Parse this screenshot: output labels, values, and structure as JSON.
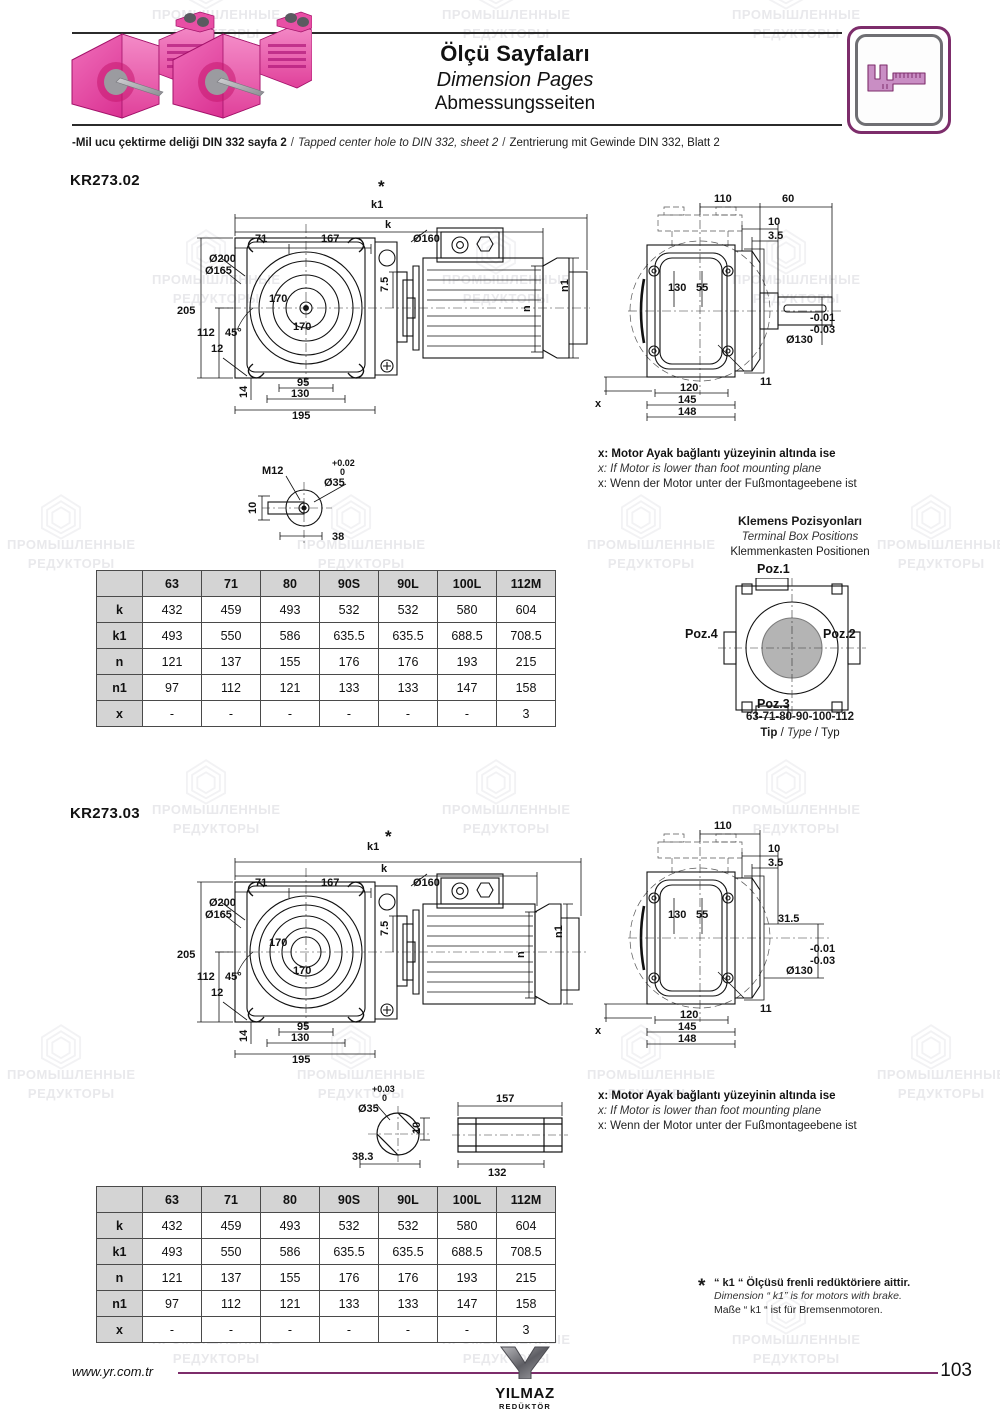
{
  "header": {
    "title_tr": "Ölçü Sayfaları",
    "title_en": "Dimension Pages",
    "title_de": "Abmessungsseiten",
    "icon_name": "caliper-icon",
    "photo_name": "gearmotor-product-photo",
    "accent_color": "#7d2d6b",
    "product_color": "#e0409a"
  },
  "din_note": {
    "tr": "-Mil ucu çektirme deliği DIN 332 sayfa 2",
    "en": "Tapped center hole to DIN 332, sheet 2",
    "de": "Zentrierung mit Gewinde DIN 332, Blatt 2",
    "separator": "/"
  },
  "sections": [
    {
      "model": "KR273.02"
    },
    {
      "model": "KR273.03"
    }
  ],
  "drawing_1_left": {
    "star": "*",
    "k1": "k1",
    "k": "k",
    "d71": "71",
    "d167": "167",
    "d160": "Ø160",
    "d200": "Ø200",
    "d165": "Ø165",
    "d205": "205",
    "d112": "112",
    "angle": "45°",
    "d12": "12",
    "d170a": "170",
    "d170b": "170",
    "d75": "7.5",
    "n": "n",
    "n1": "n1",
    "d14": "14",
    "d95": "95",
    "d130": "130",
    "d195": "195"
  },
  "drawing_1_right": {
    "d110": "110",
    "d60": "60",
    "d10": "10",
    "d35": "3.5",
    "d130a": "130",
    "d55": "55",
    "tol_up": "-0.01",
    "tol_low": "-0.03",
    "dia130": "Ø130",
    "d11": "11",
    "d120": "120",
    "d145": "145",
    "d148": "148",
    "x": "x"
  },
  "drawing_1_shaft": {
    "m12": "M12",
    "d10": "10",
    "tol_up": "+0.02",
    "tol_low": "0",
    "dia35": "Ø35",
    "d38": "38"
  },
  "drawing_2_left": {
    "star": "*",
    "k1": "k1",
    "k": "k",
    "d71": "71",
    "d167": "167",
    "d160": "Ø160",
    "d200": "Ø200",
    "d165": "Ø165",
    "d205": "205",
    "d112": "112",
    "angle": "45°",
    "d12": "12",
    "d170a": "170",
    "d170b": "170",
    "d75": "7.5",
    "n": "n",
    "n1": "n1",
    "d14": "14",
    "d95": "95",
    "d130": "130",
    "d195": "195"
  },
  "drawing_2_right": {
    "d110": "110",
    "d10": "10",
    "d35": "3.5",
    "d130a": "130",
    "d55": "55",
    "d315": "31.5",
    "tol_up": "-0.01",
    "tol_low": "-0.03",
    "dia130": "Ø130",
    "d11": "11",
    "d120": "120",
    "d145": "145",
    "d148": "148",
    "x": "x"
  },
  "drawing_2_shaft": {
    "tol_up": "+0.03",
    "tol_low": "0",
    "dia35": "Ø35",
    "d10": "10",
    "d383": "38.3",
    "d157": "157",
    "d132": "132"
  },
  "note_x": {
    "tr": "x: Motor Ayak bağlantı yüzeyinin altında ise",
    "en": "x: If Motor is lower than foot mounting plane",
    "de": "x: Wenn der Motor unter der Fußmontageebene ist"
  },
  "terminal_box": {
    "heading_tr": "Klemens Pozisyonları",
    "heading_en": "Terminal Box Positions",
    "heading_de": "Klemmenkasten Positionen",
    "pos_1": "Poz.1",
    "pos_2": "Poz.2",
    "pos_3": "Poz.3",
    "pos_4": "Poz.4",
    "types": "63-71-80-90-100-112",
    "type_tr": "Tip",
    "type_en": "Type",
    "type_de": "Typ",
    "separator": "/"
  },
  "footnote": {
    "star": "*",
    "tr": "“ k1 “ Ölçüsü frenli redüktöriere aittir.",
    "en": "Dimension “ k1” is for motors with brake.",
    "de": "Maße “ k1 “ ist für Bremsenmotoren."
  },
  "table": {
    "columns": [
      "63",
      "71",
      "80",
      "90S",
      "90L",
      "100L",
      "112M"
    ],
    "rows": [
      {
        "label": "k",
        "values": [
          "432",
          "459",
          "493",
          "532",
          "532",
          "580",
          "604"
        ]
      },
      {
        "label": "k1",
        "values": [
          "493",
          "550",
          "586",
          "635.5",
          "635.5",
          "688.5",
          "708.5"
        ]
      },
      {
        "label": "n",
        "values": [
          "121",
          "137",
          "155",
          "176",
          "176",
          "193",
          "215"
        ]
      },
      {
        "label": "n1",
        "values": [
          "97",
          "112",
          "121",
          "133",
          "133",
          "147",
          "158"
        ]
      },
      {
        "label": "x",
        "values": [
          "-",
          "-",
          "-",
          "-",
          "-",
          "-",
          "3"
        ]
      }
    ]
  },
  "footer": {
    "url": "www.yr.com.tr",
    "page_number": "103",
    "brand_name": "YILMAZ",
    "brand_sub": "REDÜKTÖR",
    "rule_color": "#7d2d6b"
  },
  "watermark": {
    "line1": "ПРОМЫШЛЕННЫЕ",
    "line2": "РЕДУКТОРЫ"
  }
}
